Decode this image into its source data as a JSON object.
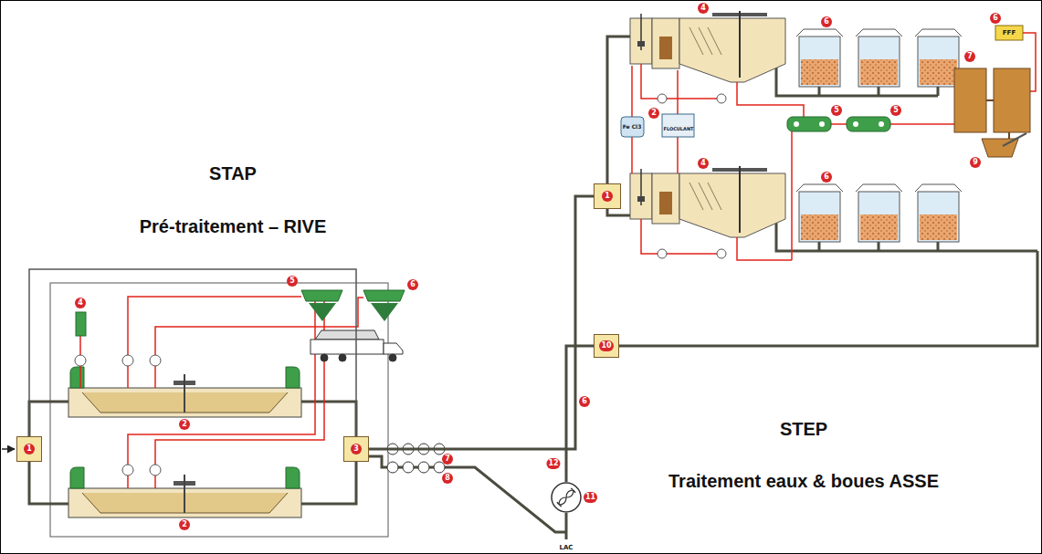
{
  "diagram": {
    "nodes": [
      {
        "text": [
          "1"
        ]
      },
      {
        "text": [
          "3"
        ]
      },
      {
        "text": [
          "1"
        ]
      },
      {
        "text": [
          "10"
        ]
      },
      {
        "text": [
          "11"
        ]
      }
    ],
    "edges": [
      {
        "from": 0,
        "to": 1,
        "arrow": "none"
      },
      {
        "from": 1,
        "to": 2,
        "arrow": "none"
      },
      {
        "from": 3,
        "to": 4,
        "arrow": "none"
      }
    ],
    "labels": [
      "STAP",
      "Pré-traitement – RIVE",
      "STEP",
      "Traitement eaux & boues ASSE",
      "LAC",
      "Fe Cl3",
      "FLOCULANT",
      "FFF",
      "2",
      "2",
      "4",
      "5",
      "6",
      "6",
      "7",
      "8",
      "12",
      "4",
      "4",
      "6",
      "6",
      "2",
      "5",
      "5",
      "6",
      "7",
      "9"
    ]
  }
}
